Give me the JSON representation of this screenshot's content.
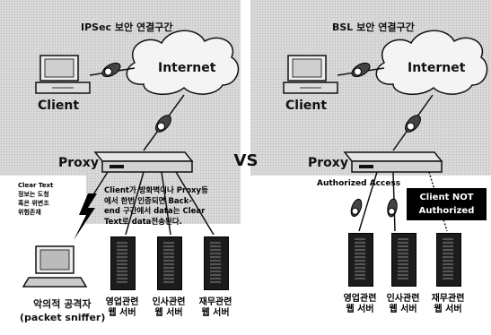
{
  "left": {
    "title": "IPSec 보안 연결구간",
    "internet": "Internet",
    "client": "Client",
    "proxy": "Proxy",
    "cleartext_note": "Clear Text\n정보는 도청\n혹은 위변조\n위험존재",
    "proxy_note": "Client가 방화벽이나 Proxy등\n에서 한번 인증되면 Back-\nend 구간에서 data는 Clear\nText로 data전송된다.",
    "attacker_label_1": "악의적 공격자",
    "attacker_label_2": "(packet sniffer)",
    "servers": [
      {
        "line1": "영업관련",
        "line2": "웹 서버"
      },
      {
        "line1": "인사관련",
        "line2": "웹 서버"
      },
      {
        "line1": "재무관련",
        "line2": "웹 서버"
      }
    ]
  },
  "vs": "VS",
  "right": {
    "title": "BSL 보안 연결구간",
    "internet": "Internet",
    "client": "Client",
    "proxy": "Proxy",
    "authorized": "Authorized Access",
    "not_authorized": "Client NOT\nAuthorized",
    "servers": [
      {
        "line1": "영업관련",
        "line2": "웹 서버"
      },
      {
        "line1": "인사관련",
        "line2": "웹 서버"
      },
      {
        "line1": "재무관련",
        "line2": "웹 서버"
      }
    ]
  }
}
